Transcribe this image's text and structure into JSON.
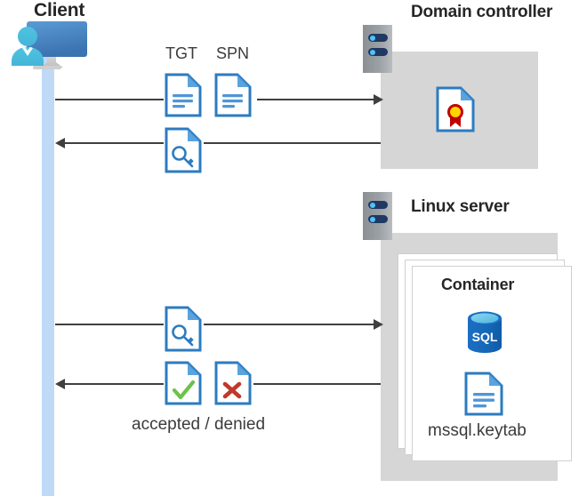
{
  "diagram": {
    "title_client": "Client",
    "title_domain_controller": "Domain controller",
    "title_linux_server": "Linux server",
    "title_container": "Container"
  },
  "labels": {
    "tgt": "TGT",
    "spn": "SPN",
    "accepted_denied": "accepted / denied",
    "keytab_file": "mssql.keytab",
    "sql_badge": "SQL"
  },
  "icons": {
    "client_workstation": "monitor-user-icon",
    "server_rack_dc": "server-rack-icon",
    "server_rack_linux": "server-rack-icon",
    "document_tgt": "document-icon",
    "document_spn": "document-icon",
    "ticket_key_1": "key-document-icon",
    "ticket_key_2": "key-document-icon",
    "accepted": "check-document-icon",
    "denied": "x-document-icon",
    "certificate": "certificate-document-icon",
    "sql_database": "sql-database-icon",
    "keytab": "document-icon"
  },
  "flows": [
    {
      "name": "client-to-dc-request",
      "direction": "right",
      "payload": [
        "TGT",
        "SPN"
      ]
    },
    {
      "name": "dc-to-client-ticket",
      "direction": "left",
      "payload": [
        "ticket"
      ]
    },
    {
      "name": "client-to-linux-ticket",
      "direction": "right",
      "payload": [
        "ticket"
      ]
    },
    {
      "name": "linux-to-client-result",
      "direction": "left",
      "payload": [
        "accepted",
        "denied"
      ]
    }
  ],
  "colors": {
    "lifeline": "#bfd9f7",
    "panel_gray": "#d6d6d6",
    "arrow": "#3f3f3f",
    "doc_blue": "#2c7bc0",
    "accent_title": "#262626",
    "check_green": "#6cc24a",
    "deny_red": "#c0392b",
    "sql_blue": "#0f6cbd",
    "cert_yellow": "#ffd400",
    "cert_red": "#c00000"
  }
}
